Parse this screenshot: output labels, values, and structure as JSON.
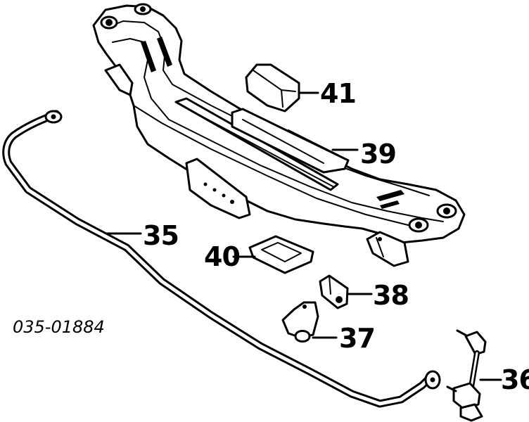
{
  "diagram": {
    "catalog_code": "035-01884",
    "parts": [
      {
        "number": "35"
      },
      {
        "number": "36"
      },
      {
        "number": "37"
      },
      {
        "number": "38"
      },
      {
        "number": "39"
      },
      {
        "number": "40"
      },
      {
        "number": "41"
      }
    ]
  }
}
